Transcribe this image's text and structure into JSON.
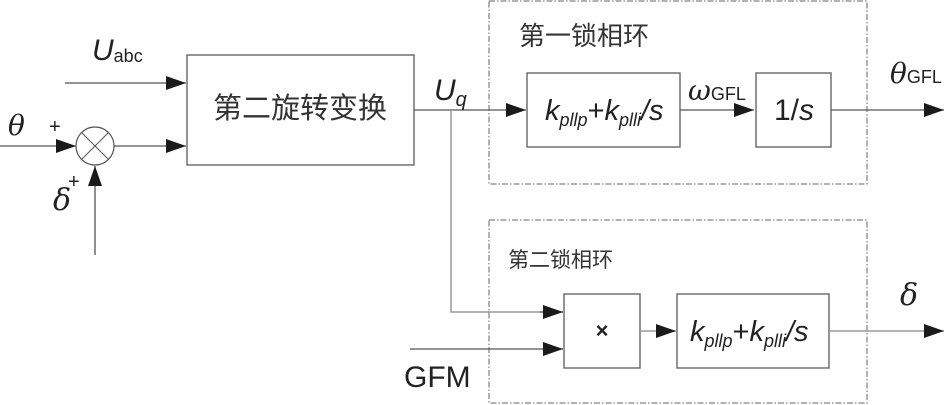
{
  "diagram": {
    "type": "block-diagram",
    "inputs": {
      "u_abc": {
        "main": "U",
        "sub": "abc"
      },
      "theta": {
        "symbol": "θ",
        "sign": "+"
      },
      "delta_in": {
        "symbol": "δ",
        "sign": "+"
      },
      "gfm": "GFM"
    },
    "blocks": {
      "transform": "第二旋转变换",
      "pll1_controller": {
        "k1": "k",
        "k1_sub": "pllp",
        "plus": "+",
        "k2": "k",
        "k2_sub": "plli",
        "tail": "/s"
      },
      "integrator": {
        "one": "1/",
        "s": "s"
      },
      "multiplier": "×",
      "pll2_controller": {
        "k1": "k",
        "k1_sub": "pllp",
        "plus": "+",
        "k2": "k",
        "k2_sub": "plli",
        "tail": "/s"
      }
    },
    "groups": {
      "pll1": "第一锁相环",
      "pll2": "第二锁相环"
    },
    "signals": {
      "uq": {
        "main": "U",
        "sub": "q"
      },
      "omega_gfl": {
        "main": "ω",
        "sub": "GFL"
      },
      "theta_gfl": {
        "main": "θ",
        "sub": "GFL"
      },
      "delta_out": "δ"
    },
    "colors": {
      "line": "#555555",
      "text": "#222222",
      "arrow": "#1a1a1a"
    }
  }
}
